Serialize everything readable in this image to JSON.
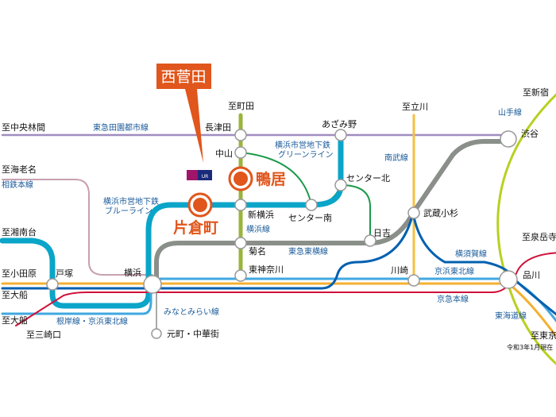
{
  "callout": {
    "title": "西菅田",
    "logo": "UR"
  },
  "highlight_stations": {
    "kamoi": "鴨居",
    "katakuracho": "片倉町"
  },
  "stations": {
    "nagatsuta": "長津田",
    "nakayama": "中山",
    "azamino": "あざみ野",
    "center_kita": "センター北",
    "center_minami": "センター南",
    "shin_yokohama": "新横浜",
    "kikuna": "菊名",
    "higashi_kanagawa": "東神奈川",
    "hiyoshi": "日吉",
    "musashi_kosugi": "武蔵小杉",
    "shibuya": "渋谷",
    "kawasaki": "川崎",
    "shinagawa": "品川",
    "yokohama": "横浜",
    "totsuka": "戸塚",
    "motomachi": "元町・中華街"
  },
  "directions": {
    "machida": "至町田",
    "chuo_rinkan": "至中央林間",
    "ebina": "至海老名",
    "shonandai": "至湘南台",
    "odawara": "至小田原",
    "ofuna1": "至大船",
    "ofuna2": "至大船",
    "misakiguchi": "至三崎口",
    "tachikawa": "至立川",
    "shinjuku": "至新宿",
    "sengakuji": "至泉岳寺",
    "tokyo": "至東京"
  },
  "lines": {
    "denentoshi": "東急田園都市線",
    "sotetsu": "相鉄本線",
    "blue": "横浜市営地下鉄\nブルーライン",
    "blue1": "横浜市営地下鉄",
    "blue2": "ブルーライン",
    "green1": "横浜市営地下鉄",
    "green2": "グリーンライン",
    "yokohama": "横浜線",
    "nambu": "南武線",
    "toyoko": "東急東横線",
    "yamanote": "山手線",
    "yokosuka": "横須賀線",
    "keihin_tohoku": "京浜東北線",
    "keikyu": "京急本線",
    "tokaido": "東海道線",
    "negishi": "根岸線・京浜東北線",
    "minatomirai": "みなとみらい線"
  },
  "note": "令和3年1月現在",
  "colors": {
    "accent": "#e0561c",
    "blue_line": "#0aa5c8",
    "green_line": "#1a9a4a",
    "yokohama_line": "#9ab43c",
    "toyoko": "#8a8f8a",
    "nambu": "#f5c040",
    "denentoshi": "#a08cc0",
    "yamanote": "#b8d020",
    "keikyu": "#d0103a",
    "yokosuka": "#0060b0",
    "keihin": "#40a8e0",
    "tokaido": "#f5b030",
    "sotetsu": "#c8a0b0"
  }
}
